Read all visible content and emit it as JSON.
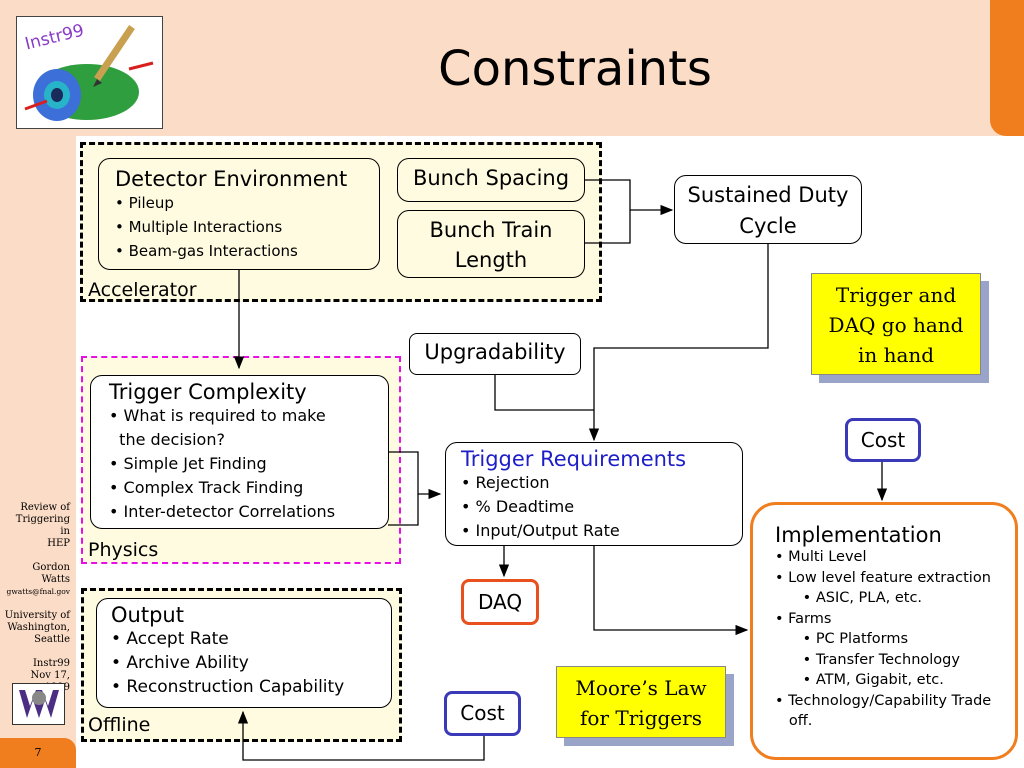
{
  "slide": {
    "title": "Constraints",
    "page_number": "7",
    "side_note": {
      "line1": "Review of",
      "line2": "Triggering in",
      "line3": "HEP",
      "author": "Gordon Watts",
      "email": "gwatts@fnal.gov",
      "uni1": "University of",
      "uni2": "Washington,",
      "uni3": "Seattle",
      "event": "Instr99",
      "date": "Nov 17, 1999"
    },
    "logo_text": "Instr99"
  },
  "regions": {
    "accelerator": "Accelerator",
    "physics": "Physics",
    "offline": "Offline"
  },
  "boxes": {
    "detector_env": {
      "title": "Detector Environment",
      "items": [
        "• Pileup",
        "• Multiple Interactions",
        "• Beam-gas Interactions"
      ]
    },
    "bunch_spacing": "Bunch Spacing",
    "bunch_train": {
      "line1": "Bunch Train",
      "line2": "Length"
    },
    "sustained": {
      "line1": "Sustained Duty",
      "line2": "Cycle"
    },
    "upgradability": "Upgradability",
    "trigger_complexity": {
      "title": "Trigger Complexity",
      "items": [
        "• What is required to make",
        "  the decision?",
        "• Simple Jet Finding",
        "• Complex Track Finding",
        "• Inter-detector Correlations"
      ]
    },
    "trigger_req": {
      "title": "Trigger Requirements",
      "items": [
        "• Rejection",
        "• % Deadtime",
        "• Input/Output Rate"
      ]
    },
    "output": {
      "title": "Output",
      "items": [
        "• Accept Rate",
        "• Archive Ability",
        "• Reconstruction Capability"
      ]
    },
    "daq": "DAQ",
    "cost_top": "Cost",
    "cost_bottom": "Cost",
    "implementation": {
      "title": "Implementation",
      "items": [
        "• Multi Level",
        "• Low level feature extraction",
        "      • ASIC, PLA, etc.",
        "• Farms",
        "      • PC Platforms",
        "      • Transfer Technology",
        "      • ATM, Gigabit, etc.",
        "• Technology/Capability Trade",
        "   off."
      ]
    }
  },
  "notes": {
    "trigger_daq": {
      "line1": "Trigger and",
      "line2": "DAQ go hand",
      "line3": "in hand"
    },
    "moores_law": {
      "line1": "Moore’s Law",
      "line2": "for Triggers"
    }
  },
  "colors": {
    "header_bg": "#fbdcc6",
    "accent_orange": "#f07d1e",
    "region_fill": "#fffbe0",
    "physics_border": "#e80ee8",
    "cost_border": "#3a3ab8",
    "daq_border": "#e8501e",
    "note_fill": "#ffff00",
    "trigger_req_title": "#1e1ec8"
  }
}
